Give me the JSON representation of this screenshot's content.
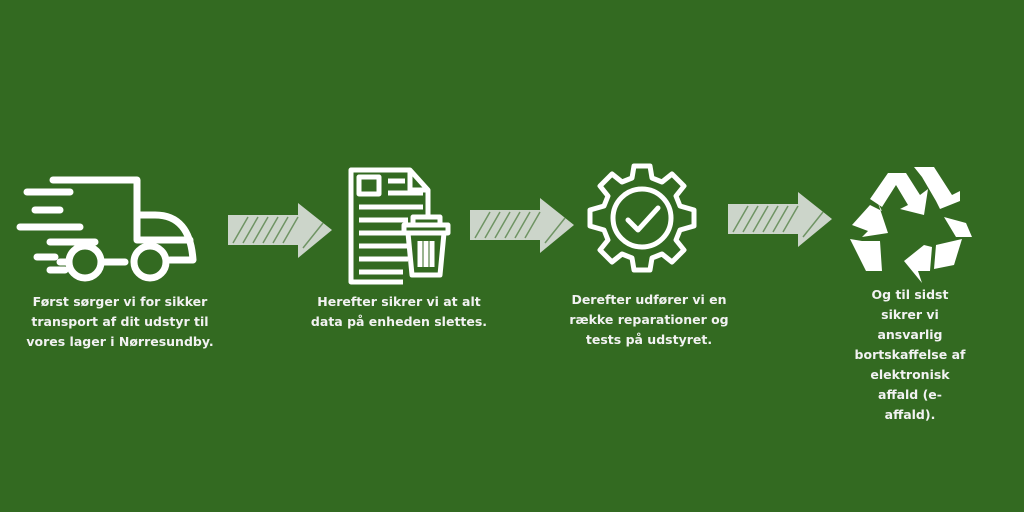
{
  "colors": {
    "background": "#336a21",
    "foreground": "#ffffff"
  },
  "steps": [
    {
      "icon": "truck-icon",
      "text": "Først sørger vi for sikker\ntransport af dit udstyr til\nvores lager i Nørresundby."
    },
    {
      "icon": "document-delete-icon",
      "text": "Herefter sikrer vi at alt\ndata på enheden slettes."
    },
    {
      "icon": "gear-check-icon",
      "text": "Derefter udfører vi en\nrække reparationer og\ntests på udstyret."
    },
    {
      "icon": "recycle-icon",
      "text": "Og til sidst sikrer vi ansvarlig\nbortskaffelse af elektronisk\naffald (e-affald)."
    }
  ]
}
